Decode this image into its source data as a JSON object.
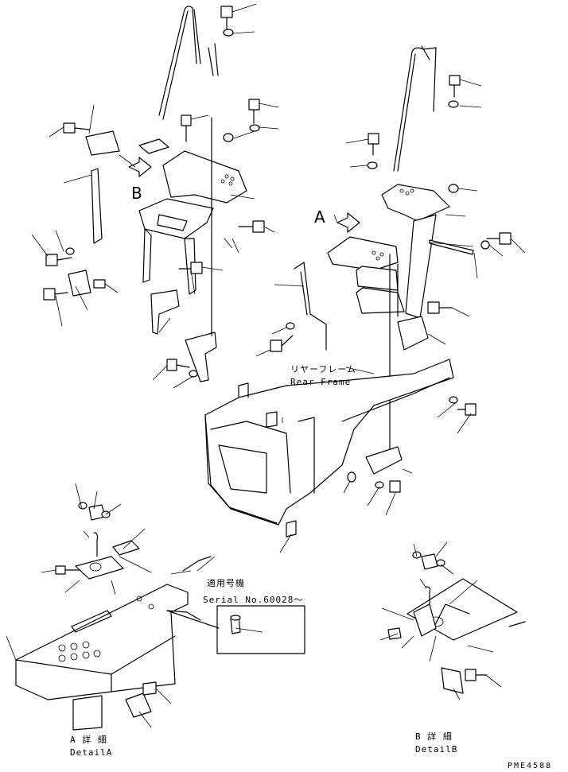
{
  "labels": {
    "view_a": "A",
    "view_b": "B",
    "rear_frame_jp": "リヤーフレーム",
    "rear_frame_en": "Rear Frame",
    "serial_jp": "適用号機",
    "serial_en": "Serial No.60028～",
    "detail_a_jp": "A 詳 細",
    "detail_a_en": "DetailA",
    "detail_b_jp": "B 詳 細",
    "detail_b_en": "DetailB",
    "drawing_number": "PME4588"
  }
}
